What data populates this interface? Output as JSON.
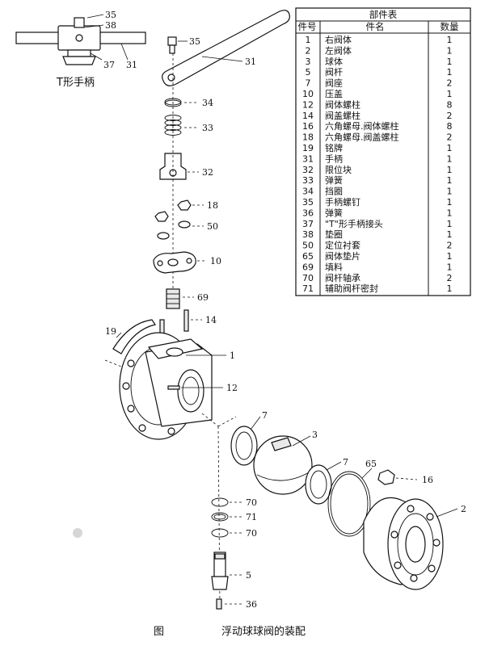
{
  "caption": {
    "fig": "图",
    "title": "浮动球球阀的装配"
  },
  "inset_title": "T形手柄",
  "table": {
    "title": "部件表",
    "headers": [
      "件号",
      "件名",
      "数量"
    ],
    "rows": [
      {
        "no": "1",
        "name": "右阀体",
        "qty": "1"
      },
      {
        "no": "2",
        "name": "左阀体",
        "qty": "1"
      },
      {
        "no": "3",
        "name": "球体",
        "qty": "1"
      },
      {
        "no": "5",
        "name": "阀杆",
        "qty": "1"
      },
      {
        "no": "7",
        "name": "阀座",
        "qty": "2"
      },
      {
        "no": "10",
        "name": "压盖",
        "qty": "1"
      },
      {
        "no": "12",
        "name": "阀体螺柱",
        "qty": "8"
      },
      {
        "no": "14",
        "name": "阀盖螺柱",
        "qty": "2"
      },
      {
        "no": "16",
        "name": "六角螺母.阀体螺柱",
        "qty": "8"
      },
      {
        "no": "18",
        "name": "六角螺母.阀盖螺柱",
        "qty": "2"
      },
      {
        "no": "19",
        "name": "铭牌",
        "qty": "1"
      },
      {
        "no": "31",
        "name": "手柄",
        "qty": "1"
      },
      {
        "no": "32",
        "name": "限位块",
        "qty": "1"
      },
      {
        "no": "33",
        "name": "弹簧",
        "qty": "1"
      },
      {
        "no": "34",
        "name": "挡圈",
        "qty": "1"
      },
      {
        "no": "35",
        "name": "手柄螺钉",
        "qty": "1"
      },
      {
        "no": "36",
        "name": "弹簧",
        "qty": "1"
      },
      {
        "no": "37",
        "name": "\"T\"形手柄接头",
        "qty": "1"
      },
      {
        "no": "38",
        "name": "垫圈",
        "qty": "1"
      },
      {
        "no": "50",
        "name": "定位衬套",
        "qty": "2"
      },
      {
        "no": "65",
        "name": "阀体垫片",
        "qty": "1"
      },
      {
        "no": "69",
        "name": "填料",
        "qty": "1"
      },
      {
        "no": "70",
        "name": "阀杆轴承",
        "qty": "2"
      },
      {
        "no": "71",
        "name": "辅助阀杆密封",
        "qty": "1"
      }
    ]
  },
  "callouts": {
    "c35": "35",
    "c38": "38",
    "c37": "37",
    "c31a": "31",
    "c35b": "35",
    "c31": "31",
    "c34": "34",
    "c33": "33",
    "c32": "32",
    "c18": "18",
    "c50": "50",
    "c10": "10",
    "c69": "69",
    "c14": "14",
    "c19": "19",
    "c1": "1",
    "c12": "12",
    "c7a": "7",
    "c3": "3",
    "c7b": "7",
    "c65": "65",
    "c16": "16",
    "c2": "2",
    "c70a": "70",
    "c71": "71",
    "c70b": "70",
    "c5": "5",
    "c36": "36"
  }
}
